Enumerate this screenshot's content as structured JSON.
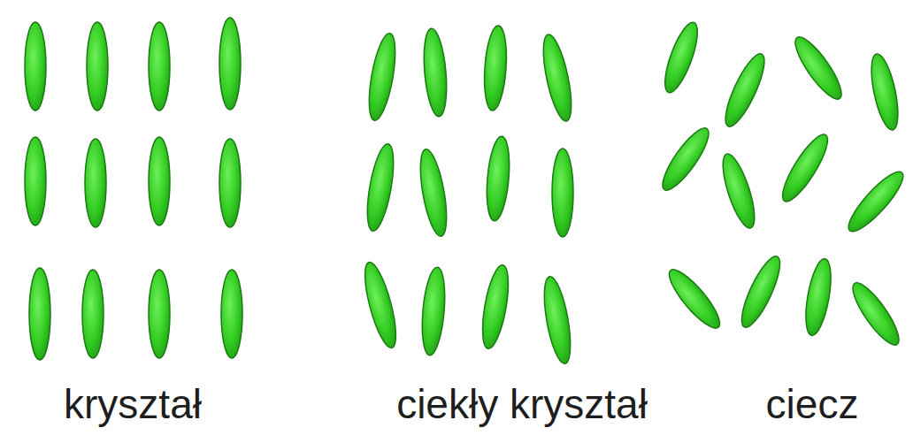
{
  "diagram": {
    "labels": [
      "kryształ",
      "ciekły kryształ",
      "ciecz"
    ]
  }
}
